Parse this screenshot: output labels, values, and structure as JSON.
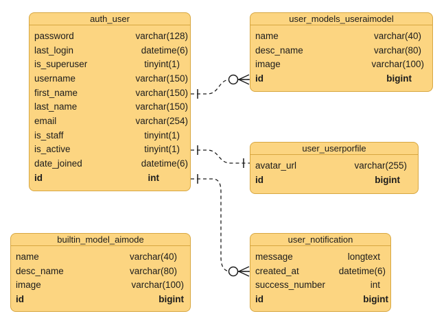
{
  "entities": {
    "auth_user": {
      "title": "auth_user",
      "fields": [
        {
          "name": "password",
          "type": "varchar(128)"
        },
        {
          "name": "last_login",
          "type": "datetime(6)"
        },
        {
          "name": "is_superuser",
          "type": "tinyint(1)"
        },
        {
          "name": "username",
          "type": "varchar(150)"
        },
        {
          "name": "first_name",
          "type": "varchar(150)"
        },
        {
          "name": "last_name",
          "type": "varchar(150)"
        },
        {
          "name": "email",
          "type": "varchar(254)"
        },
        {
          "name": "is_staff",
          "type": "tinyint(1)"
        },
        {
          "name": "is_active",
          "type": "tinyint(1)"
        },
        {
          "name": "date_joined",
          "type": "datetime(6)"
        },
        {
          "name": "id",
          "type": "int"
        }
      ]
    },
    "user_models_useraimodel": {
      "title": "user_models_useraimodel",
      "fields": [
        {
          "name": "name",
          "type": "varchar(40)"
        },
        {
          "name": "desc_name",
          "type": "varchar(80)"
        },
        {
          "name": "image",
          "type": "varchar(100)"
        },
        {
          "name": "id",
          "type": "bigint"
        }
      ]
    },
    "user_userporfile": {
      "title": "user_userporfile",
      "fields": [
        {
          "name": "avatar_url",
          "type": "varchar(255)"
        },
        {
          "name": "id",
          "type": "bigint"
        }
      ]
    },
    "builtin_model_aimode": {
      "title": "builtin_model_aimode",
      "fields": [
        {
          "name": "name",
          "type": "varchar(40)"
        },
        {
          "name": "desc_name",
          "type": "varchar(80)"
        },
        {
          "name": "image",
          "type": "varchar(100)"
        },
        {
          "name": "id",
          "type": "bigint"
        }
      ]
    },
    "user_notification": {
      "title": "user_notification",
      "fields": [
        {
          "name": "message",
          "type": "longtext"
        },
        {
          "name": "created_at",
          "type": "datetime(6)"
        },
        {
          "name": "success_number",
          "type": "int"
        },
        {
          "name": "id",
          "type": "bigint"
        }
      ]
    }
  },
  "relationships": [
    {
      "from": "auth_user",
      "to": "user_models_useraimodel",
      "from_end": "one",
      "to_end": "zero-or-many"
    },
    {
      "from": "auth_user",
      "to": "user_userporfile",
      "from_end": "one",
      "to_end": "one"
    },
    {
      "from": "auth_user",
      "to": "user_notification",
      "from_end": "one",
      "to_end": "zero-or-many"
    }
  ],
  "colors": {
    "entity_fill": "#fcd581",
    "entity_border": "#d7a640",
    "connector": "#1b1b1b",
    "text": "#1b1b1b",
    "background": "#ffffff"
  }
}
